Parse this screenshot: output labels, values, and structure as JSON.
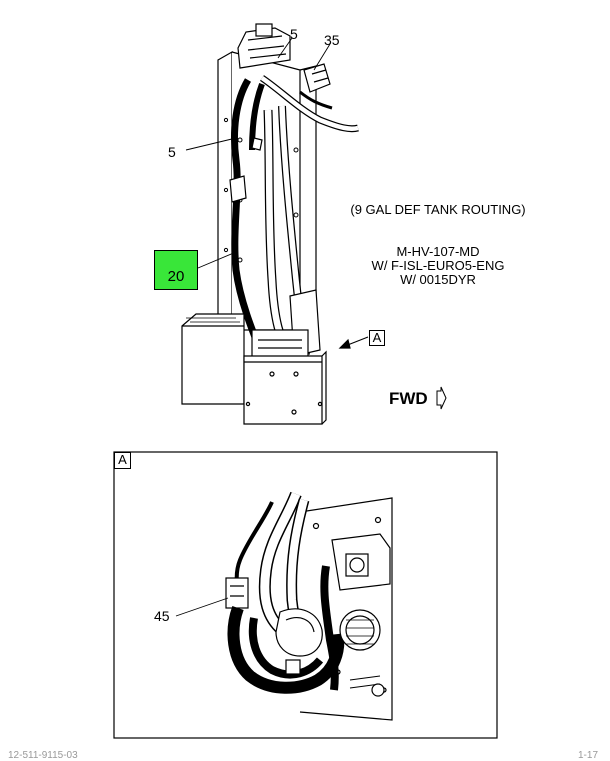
{
  "top_view": {
    "callouts": [
      "5",
      "35",
      "5",
      "20"
    ],
    "note_routing": "(9 GAL DEF TANK ROUTING)",
    "note_model": "M-HV-107-MD",
    "note_engine": "W/ F-ISL-EURO5-ENG",
    "note_code": "W/ 0015DYR",
    "view_marker": "A",
    "direction_label": "FWD",
    "highlight_color": "#39e639"
  },
  "detail_view": {
    "label": "A",
    "callout": "45"
  },
  "footer": {
    "left_text": "12-511-9115-03",
    "right_text": "1-17"
  }
}
